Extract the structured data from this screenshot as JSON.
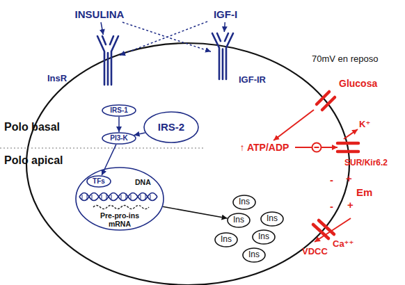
{
  "diagram": {
    "nodes": [
      {
        "text": [
          "INSULINA"
        ]
      },
      {
        "text": [
          "IGF-I"
        ]
      },
      {
        "text": [
          "InsR"
        ]
      },
      {
        "text": [
          "IGF-IR"
        ]
      },
      {
        "text": [
          "IRS-1"
        ]
      },
      {
        "text": [
          "IRS-2"
        ]
      },
      {
        "text": [
          "PI3-K"
        ]
      },
      {
        "text": [
          "DNA",
          "Pre-pro-ins mRNA"
        ]
      },
      {
        "text": [
          "TFs"
        ],
        "in": 7
      },
      {
        "text": [
          "Ins"
        ]
      },
      {
        "text": [
          "Ins"
        ]
      },
      {
        "text": [
          "Ins"
        ]
      },
      {
        "text": [
          "Ins"
        ]
      },
      {
        "text": [
          "Ins"
        ]
      },
      {
        "text": [
          "Ins"
        ]
      },
      {
        "text": [
          "Glucosa"
        ]
      },
      {
        "text": [
          "↑ ATP/ADP"
        ]
      },
      {
        "text": [
          "SUR/Kir6.2"
        ]
      },
      {
        "text": [
          "VDCC"
        ]
      }
    ],
    "edges": [
      {
        "from": 0,
        "to": 2,
        "arrow": "to"
      },
      {
        "from": 0,
        "to": 3,
        "arrow": "to"
      },
      {
        "from": 1,
        "to": 3,
        "arrow": "to"
      },
      {
        "from": 1,
        "to": 2,
        "arrow": "to"
      },
      {
        "from": 4,
        "to": 6,
        "arrow": "to"
      },
      {
        "from": 5,
        "to": 6,
        "arrow": "to"
      },
      {
        "from": 6,
        "to": 8,
        "arrow": "to"
      },
      {
        "from": 7,
        "to": 10,
        "arrow": "to"
      },
      {
        "from": 15,
        "to": 16,
        "arrow": "to"
      },
      {
        "from": 16,
        "to": 17,
        "arrow": "to"
      }
    ],
    "labels": [
      "70mV en reposo",
      "Polo basal",
      "Polo apical",
      "K⁺",
      "-",
      "+",
      "Em",
      "-",
      "+",
      "Ca⁺⁺"
    ]
  }
}
